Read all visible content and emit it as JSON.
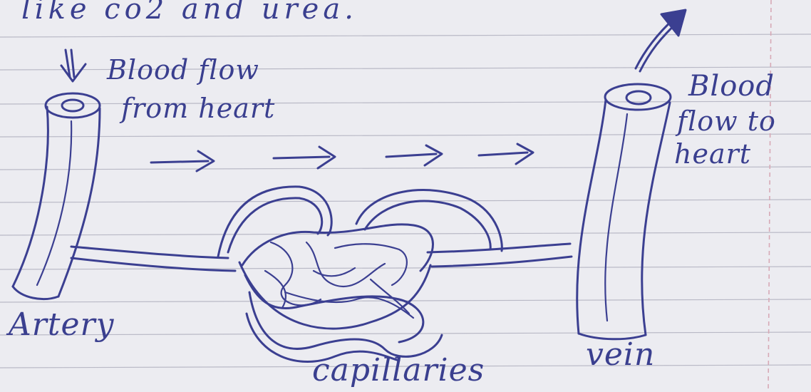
{
  "text": {
    "top_line": "like co2 and urea.",
    "label_from_heart_1": "Blood flow",
    "label_from_heart_2": "from heart",
    "label_to_heart_1": "Blood",
    "label_to_heart_2": "flow to",
    "label_to_heart_3": "heart",
    "label_artery": "Artery",
    "label_capillaries": "capillaries",
    "label_vein": "vein"
  },
  "colors": {
    "ink": "#3b3f91",
    "paper": "#ececf1",
    "rule_line": "#b9b9c6",
    "margin_line": "#d7a9b6"
  }
}
